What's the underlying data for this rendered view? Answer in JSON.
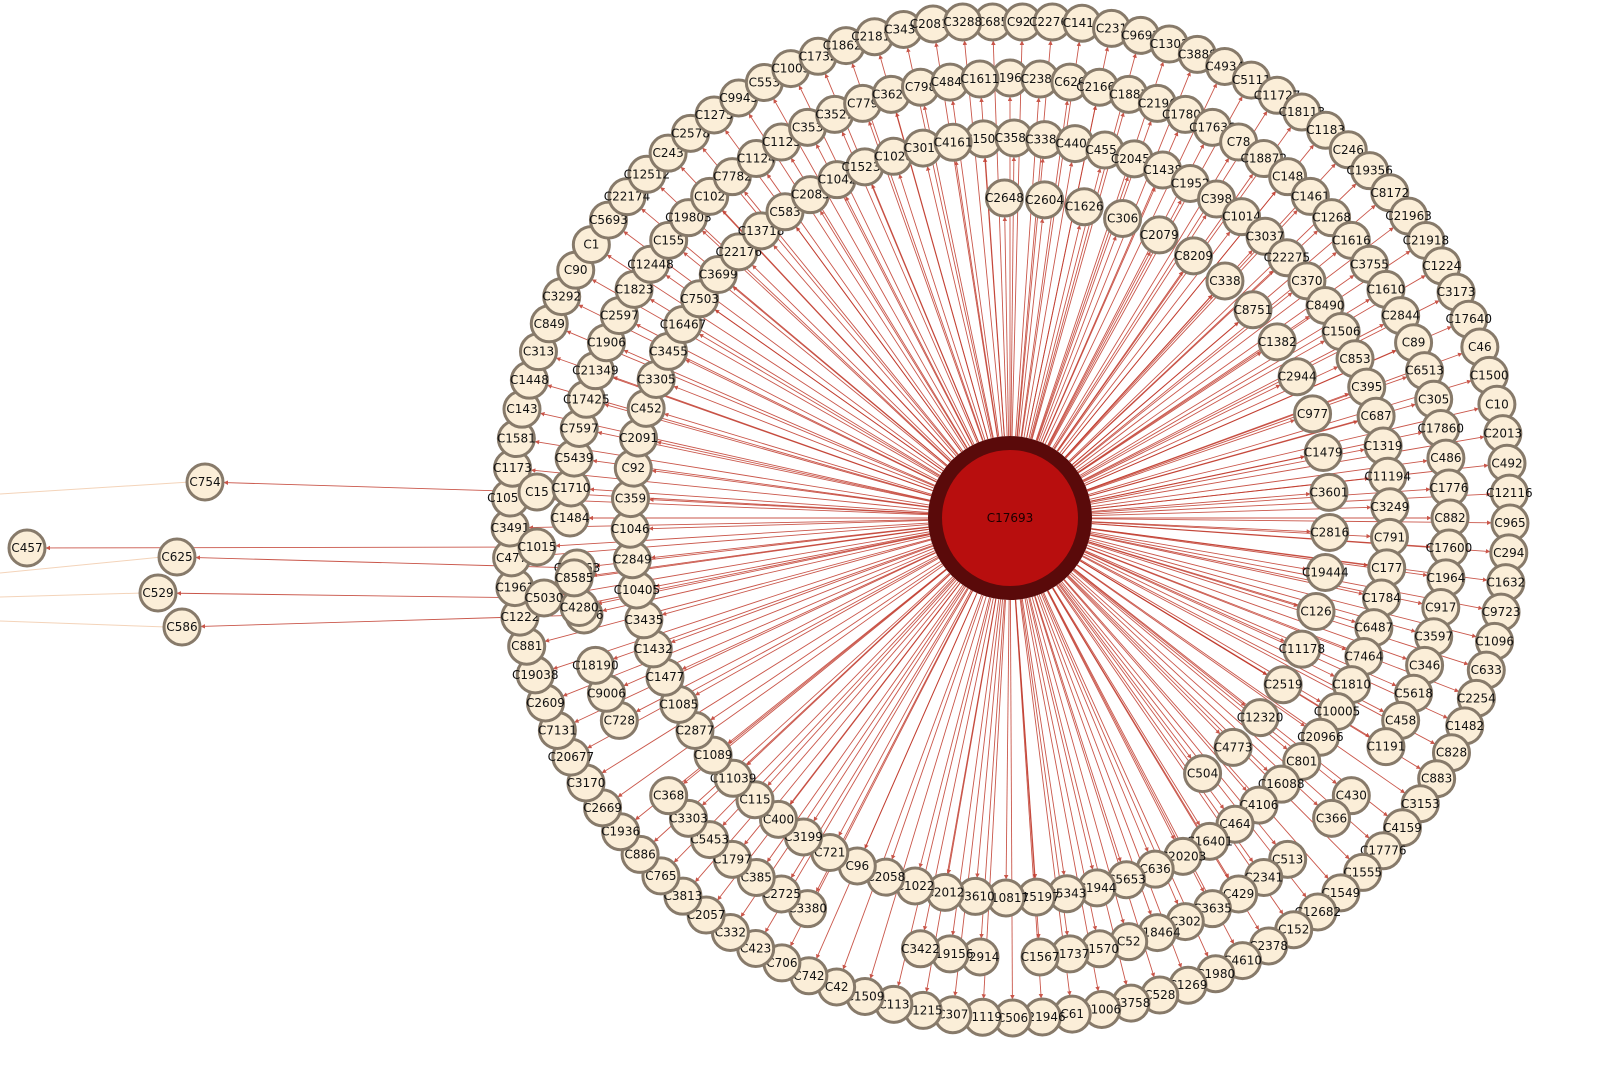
{
  "hub": {
    "label": "C17693"
  },
  "nodes": [
    "C685",
    "C923",
    "C22766",
    "C1415",
    "C231",
    "C9692",
    "C1302",
    "C3888",
    "C4934",
    "C5111",
    "C11727",
    "C18113",
    "C1183",
    "C246",
    "C19356",
    "C8172",
    "C21963",
    "C21918",
    "C1224",
    "C3173",
    "C17640",
    "C46",
    "C1500",
    "C10",
    "C2013",
    "C492",
    "C12116",
    "C965",
    "C294",
    "C1632",
    "C9723",
    "C1096",
    "C633",
    "C2254",
    "C1482",
    "C828",
    "C883",
    "C3153",
    "C4159",
    "C17776",
    "C1555",
    "C1549",
    "C12682",
    "C152",
    "C2378",
    "C4610",
    "C1980",
    "C1269",
    "C528",
    "C3758",
    "C1006",
    "C61",
    "C21946",
    "C506",
    "C1119",
    "C307",
    "C1215",
    "C113",
    "C1509",
    "C42",
    "C742",
    "C706",
    "C423",
    "C332",
    "C2057",
    "C3813",
    "C765",
    "C886",
    "C1936",
    "C2669",
    "C3170",
    "C20677",
    "C7131",
    "C2609",
    "C19038",
    "C881",
    "C1222",
    "C1961",
    "C477",
    "C3491",
    "C10577",
    "C1173",
    "C1581",
    "C143",
    "C1448",
    "C313",
    "C849",
    "C3292",
    "C90",
    "C1",
    "C5693",
    "C22174",
    "C12512",
    "C243",
    "C2578",
    "C1275",
    "C9945",
    "C553",
    "C1003",
    "C1732",
    "C18626",
    "C21814",
    "C3437",
    "C20819",
    "C3288",
    "C1966",
    "C2388",
    "C626",
    "C21664",
    "C1887",
    "C2196",
    "C17806",
    "C17636",
    "C78",
    "C18872",
    "C148",
    "C1461",
    "C1268",
    "C1616",
    "C3755",
    "C1610",
    "C2844",
    "C89",
    "C6513",
    "C305",
    "C17860",
    "C486",
    "C1776",
    "C882",
    "C17600",
    "C1964",
    "C917",
    "C3597",
    "C346",
    "C5618",
    "C458",
    "C1191",
    "C754",
    "C430",
    "C366",
    "C15",
    "C513",
    "C2341",
    "C429",
    "C3635",
    "C302",
    "C18464",
    "C52",
    "C1570",
    "C1737",
    "C1567",
    "C1015",
    "C2914",
    "C19156",
    "C3422",
    "C457",
    "C625",
    "C16563",
    "C3380",
    "C2725",
    "C385",
    "C1797",
    "C5453",
    "C3303",
    "C368",
    "C5030",
    "C529",
    "C728",
    "C9006",
    "C18190",
    "C2846",
    "C4280",
    "C8585",
    "C586",
    "C1484",
    "C1710",
    "C5439",
    "C7597",
    "C17425",
    "C21349",
    "C1906",
    "C2597",
    "C1823",
    "C12448",
    "C155",
    "C19803",
    "C102",
    "C7782",
    "C1124",
    "C1125",
    "C353",
    "C3521",
    "C779",
    "C3629",
    "C798",
    "C4845",
    "C1611",
    "C1503",
    "C3586",
    "C3388",
    "C4403",
    "C4554",
    "C20455",
    "C1438",
    "C1952",
    "C398",
    "C1014",
    "C3037",
    "C22275",
    "C370",
    "C8490",
    "C1506",
    "C853",
    "C395",
    "C687",
    "C1319",
    "C11194",
    "C3249",
    "C791",
    "C177",
    "C1784",
    "C6487",
    "C7464",
    "C1810",
    "C10005",
    "C20966",
    "C801",
    "C16088",
    "C4106",
    "C464",
    "C16401",
    "C20203",
    "C636",
    "C5653",
    "C1944",
    "C5343",
    "C15197",
    "C10817",
    "C3610",
    "C2012",
    "C1022",
    "C2058",
    "C96",
    "C721",
    "C3199",
    "C400",
    "C115",
    "C11039",
    "C1089",
    "C2877",
    "C1085",
    "C1477",
    "C1432",
    "C3435",
    "C10405",
    "C2849",
    "C1046",
    "C359",
    "C92",
    "C2091",
    "C452",
    "C3305",
    "C3455",
    "C16467",
    "C7503",
    "C3699",
    "C22176",
    "C13718",
    "C583",
    "C2085",
    "C1042",
    "C15232",
    "C1028",
    "C3019",
    "C4161",
    "C2648",
    "C2604",
    "C1626",
    "C306",
    "C2079",
    "C8209",
    "C338",
    "C8751",
    "C1382",
    "C2944",
    "C977",
    "C1479",
    "C3601",
    "C2816",
    "C19444",
    "C126",
    "C11178",
    "C2519",
    "C12320",
    "C4773",
    "C504"
  ],
  "links": [
    {
      "from": "C15",
      "to": "C754"
    },
    {
      "from": "C1015",
      "to": "C457"
    },
    {
      "from": "C16563",
      "to": "C625"
    },
    {
      "from": "C5030",
      "to": "C529"
    },
    {
      "from": "C2846",
      "to": "C586"
    }
  ],
  "colors": {
    "hub": "#b80e0e",
    "hub_ring": "#5a0a0a",
    "edge": "#c0392b",
    "node_fill": "#fbeed8",
    "node_stroke": "#877a6a"
  }
}
